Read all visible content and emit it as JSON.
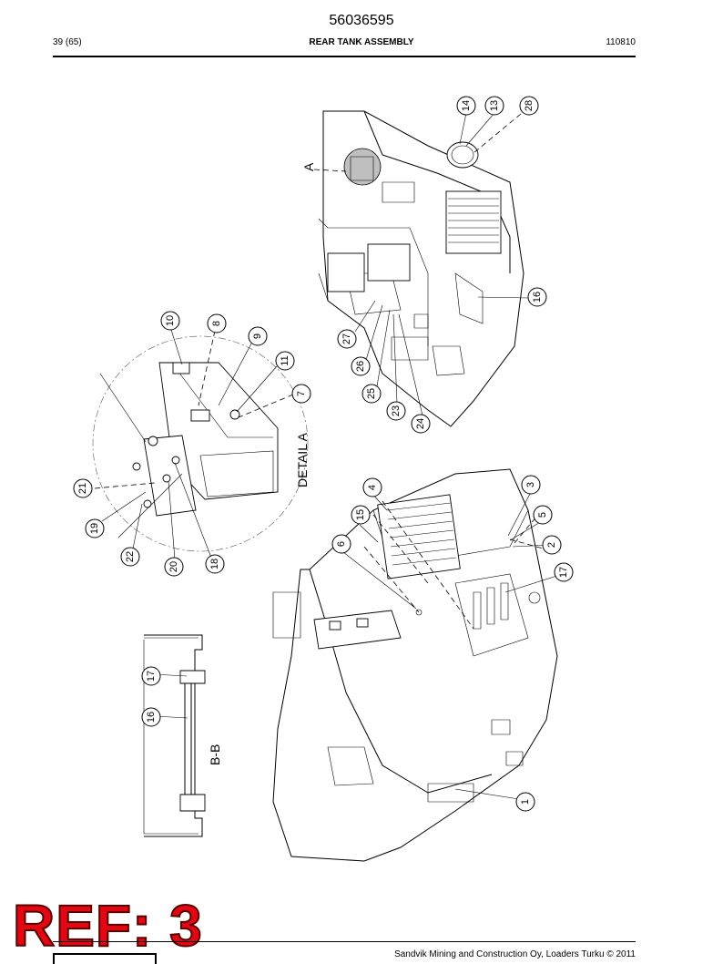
{
  "header": {
    "doc_number": "56036595",
    "page": "39 (65)",
    "title": "REAR TANK ASSEMBLY",
    "date": "110810"
  },
  "drawing": {
    "view_a_label": "A",
    "detail_label": "DETAIL A",
    "section_label": "B-B",
    "callouts": [
      "1",
      "2",
      "3",
      "4",
      "5",
      "6",
      "7",
      "8",
      "9",
      "10",
      "11",
      "13",
      "14",
      "15",
      "16",
      "16",
      "17",
      "17",
      "18",
      "19",
      "20",
      "21",
      "22",
      "23",
      "24",
      "25",
      "26",
      "27",
      "28"
    ]
  },
  "footer": {
    "text": "Sandvik Mining and Construction Oy, Loaders Turku © 2011",
    "stamp": "REF: 3"
  }
}
